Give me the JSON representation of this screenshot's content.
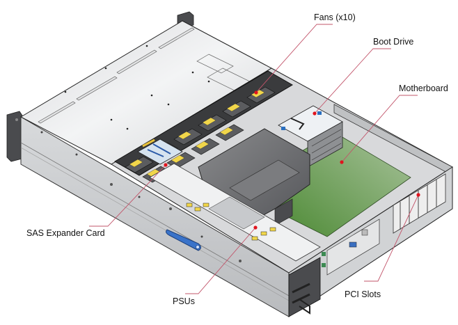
{
  "figure": {
    "title": "Server chassis top view (cover partially removed)"
  },
  "callouts": {
    "fans": {
      "label": "Fans (x10)"
    },
    "boot_drive": {
      "label": "Boot Drive"
    },
    "motherboard": {
      "label": "Motherboard"
    },
    "sas_expander": {
      "label": "SAS Expander Card"
    },
    "psus": {
      "label": "PSUs"
    },
    "pci_slots": {
      "label": "PCI Slots"
    }
  },
  "colors": {
    "leader_line": "#c2546a",
    "marker_dot": "#e0141e",
    "chassis_light": "#e9eaeb",
    "chassis_mid": "#cfd1d3",
    "chassis_dark": "#3a3b3d",
    "air_shroud": "#6d6e70",
    "motherboard": "#6f9a5c",
    "fan_label": "#f1d64a",
    "latch_blue": "#3a73c9"
  }
}
